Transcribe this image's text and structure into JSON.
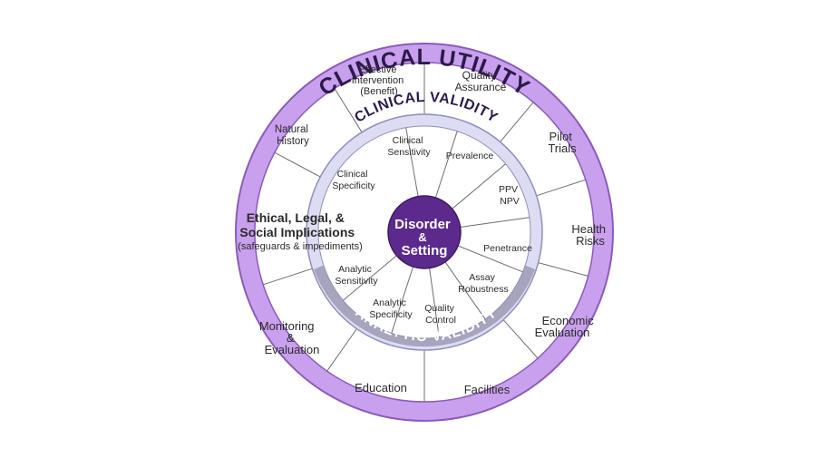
{
  "center": {
    "lines": [
      "Disorder",
      "&",
      "Setting"
    ]
  },
  "rings": {
    "outer_title": "CLINICAL UTILITY",
    "clinical_validity_title": "CLINICAL VALIDITY",
    "analytic_validity_title": "ANALYTIC VALIDITY"
  },
  "utility_segments": [
    {
      "id": "effective-intervention",
      "lines": [
        "Effective",
        "Intervention",
        "(Benefit)"
      ]
    },
    {
      "id": "quality-assurance",
      "lines": [
        "Quality",
        "Assurance"
      ]
    },
    {
      "id": "pilot-trials",
      "lines": [
        "Pilot",
        "Trials"
      ]
    },
    {
      "id": "health-risks",
      "lines": [
        "Health",
        "Risks"
      ]
    },
    {
      "id": "economic-evaluation",
      "lines": [
        "Economic",
        "Evaluation"
      ]
    },
    {
      "id": "facilities",
      "lines": [
        "Facilities"
      ]
    },
    {
      "id": "education",
      "lines": [
        "Education"
      ]
    },
    {
      "id": "monitoring-evaluation",
      "lines": [
        "Monitoring",
        "&",
        "Evaluation"
      ]
    },
    {
      "id": "natural-history",
      "lines": [
        "Natural",
        "History"
      ]
    }
  ],
  "elsi": {
    "title_lines": [
      "Ethical, Legal, &",
      "Social Implications"
    ],
    "subtitle": "(safeguards & impediments)"
  },
  "clinical_segments": [
    {
      "id": "clinical-sensitivity",
      "lines": [
        "Clinical",
        "Sensitivity"
      ]
    },
    {
      "id": "prevalence",
      "lines": [
        "Prevalence"
      ]
    },
    {
      "id": "ppv-npv",
      "lines": [
        "PPV",
        "NPV"
      ]
    },
    {
      "id": "penetrance",
      "lines": [
        "Penetrance"
      ]
    },
    {
      "id": "clinical-specificity",
      "lines": [
        "Clinical",
        "Specificity"
      ]
    }
  ],
  "analytic_segments": [
    {
      "id": "assay-robustness",
      "lines": [
        "Assay",
        "Robustness"
      ]
    },
    {
      "id": "quality-control",
      "lines": [
        "Quality",
        "Control"
      ]
    },
    {
      "id": "analytic-specificity",
      "lines": [
        "Analytic",
        "Specificity"
      ]
    },
    {
      "id": "analytic-sensitivity",
      "lines": [
        "Analytic",
        "Sensitivity"
      ]
    }
  ],
  "colors": {
    "outer_ring": "#c9a0ee",
    "outer_ring_edge": "#8a5bb8",
    "clinical_band": "#dcdcf2",
    "clinical_band_edge": "#8f8fbf",
    "analytic_band": "#a7a4bd",
    "center_fill": "#5b2a8c",
    "title_text": "#2b1a4a",
    "divider": "#6d6d6d"
  }
}
